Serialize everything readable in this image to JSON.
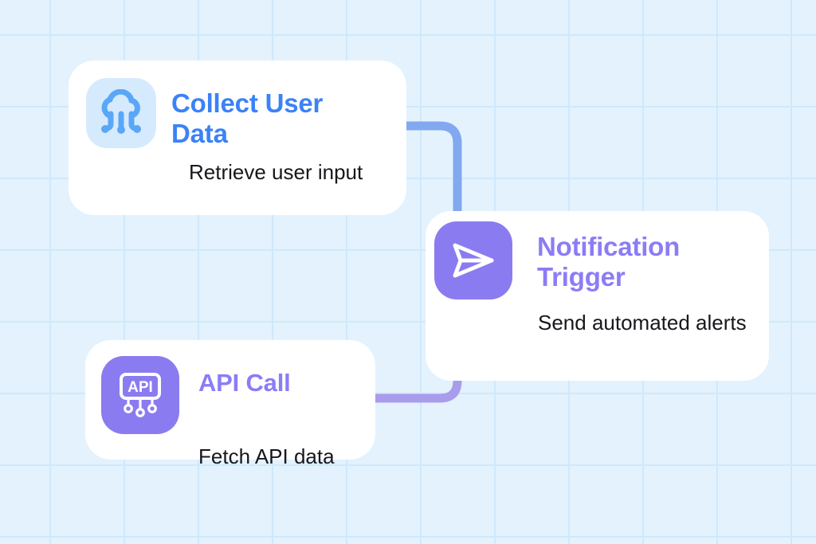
{
  "canvas": {
    "background_color": "#e3f2fd",
    "grid_line_color": "#cfe9fb"
  },
  "nodes": [
    {
      "id": "collect-user-data",
      "title": "Collect User Data",
      "description": "Retrieve user input",
      "icon": "cloud-data-icon",
      "title_color": "#3b82f6",
      "icon_tile_color": "#d6eafd",
      "icon_glyph_color": "#5aa7f7"
    },
    {
      "id": "notification-trigger",
      "title": "Notification Trigger",
      "description": "Send automated alerts",
      "icon": "send-paper-plane-icon",
      "title_color": "#8b7cf6",
      "icon_tile_color": "#8b7bf0",
      "icon_glyph_color": "#ffffff"
    },
    {
      "id": "api-call",
      "title": "API Call",
      "description": "Fetch API data",
      "icon": "api-node-icon",
      "icon_label": "API",
      "title_color": "#8b7cf6",
      "icon_tile_color": "#8b7bf0",
      "icon_glyph_color": "#ffffff"
    }
  ],
  "connectors": [
    {
      "id": "collect-to-notification",
      "from": "collect-user-data",
      "to": "notification-trigger",
      "color": "#82a9f0"
    },
    {
      "id": "notification-to-api",
      "from": "notification-trigger",
      "to": "api-call",
      "color": "#a99cec"
    }
  ]
}
